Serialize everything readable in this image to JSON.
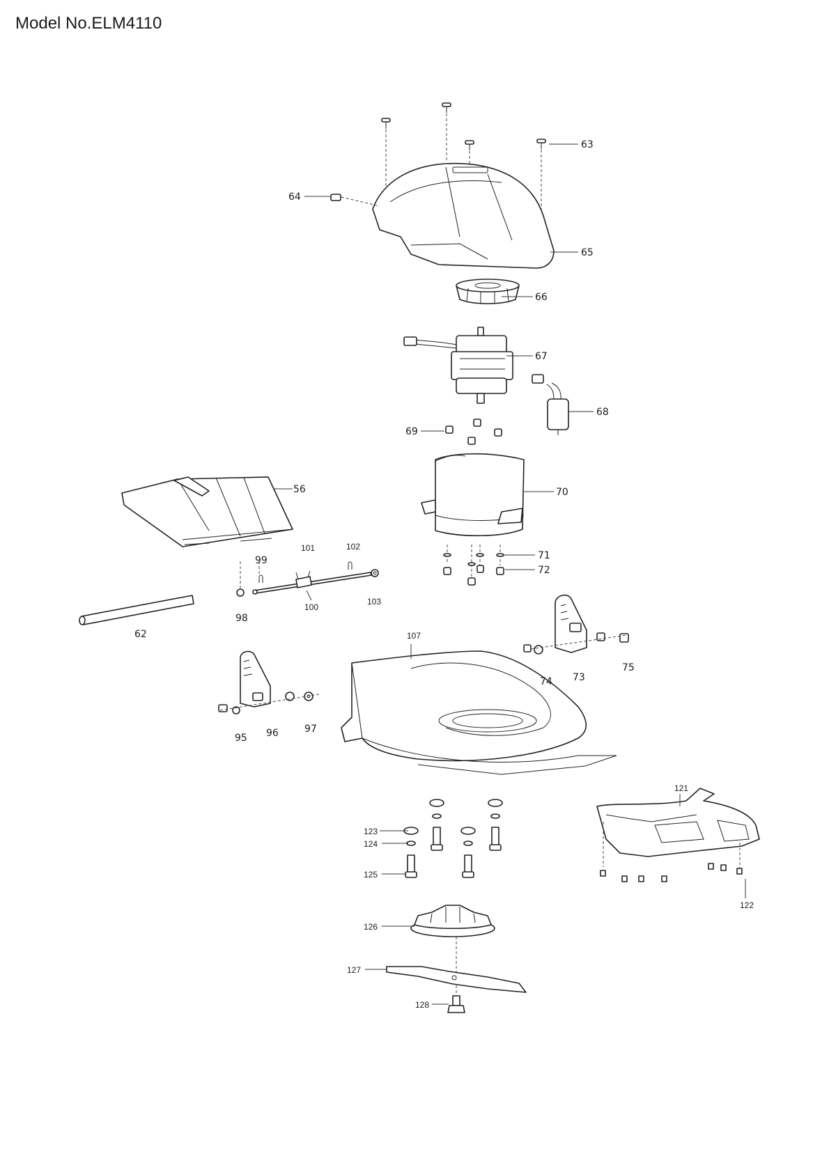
{
  "title": "Model No.ELM4110",
  "labels": {
    "l56": "56",
    "l62": "62",
    "l63": "63",
    "l64": "64",
    "l65": "65",
    "l66": "66",
    "l67": "67",
    "l68": "68",
    "l69": "69",
    "l70": "70",
    "l71": "71",
    "l72": "72",
    "l73": "73",
    "l74": "74",
    "l75": "75",
    "l95": "95",
    "l96": "96",
    "l97": "97",
    "l98": "98",
    "l99": "99",
    "l100": "100",
    "l101": "101",
    "l102": "102",
    "l103": "103",
    "l107": "107",
    "l121": "121",
    "l122": "122",
    "l123": "123",
    "l124": "124",
    "l125": "125",
    "l126": "126",
    "l127": "127",
    "l128": "128"
  }
}
